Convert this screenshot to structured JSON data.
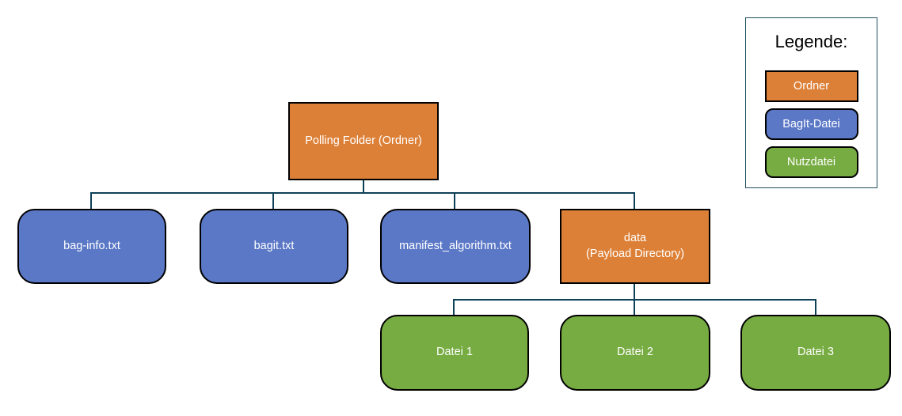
{
  "colors": {
    "ordner": "#dd8037",
    "bagit_datei": "#5b78c7",
    "nutzdatei": "#77ac42",
    "connector": "#0e4058",
    "node_border": "#000000",
    "legend_border": "#1f4e5f",
    "node_text": "#ffffff",
    "legend_title_text": "#000000"
  },
  "legend": {
    "title": "Legende:",
    "items": [
      {
        "label": "Ordner",
        "type": "ordner"
      },
      {
        "label": "BagIt-Datei",
        "type": "bagit_datei"
      },
      {
        "label": "Nutzdatei",
        "type": "nutzdatei"
      }
    ]
  },
  "diagram": {
    "root": {
      "label": "Polling Folder (Ordner)",
      "type": "ordner"
    },
    "level1": [
      {
        "label": "bag-info.txt",
        "type": "bagit_datei"
      },
      {
        "label": "bagit.txt",
        "type": "bagit_datei"
      },
      {
        "label": "manifest_algorithm.txt",
        "type": "bagit_datei"
      },
      {
        "label": "data\n(Payload Directory)",
        "type": "ordner"
      }
    ],
    "level2": [
      {
        "label": "Datei 1",
        "type": "nutzdatei"
      },
      {
        "label": "Datei 2",
        "type": "nutzdatei"
      },
      {
        "label": "Datei 3",
        "type": "nutzdatei"
      }
    ]
  }
}
